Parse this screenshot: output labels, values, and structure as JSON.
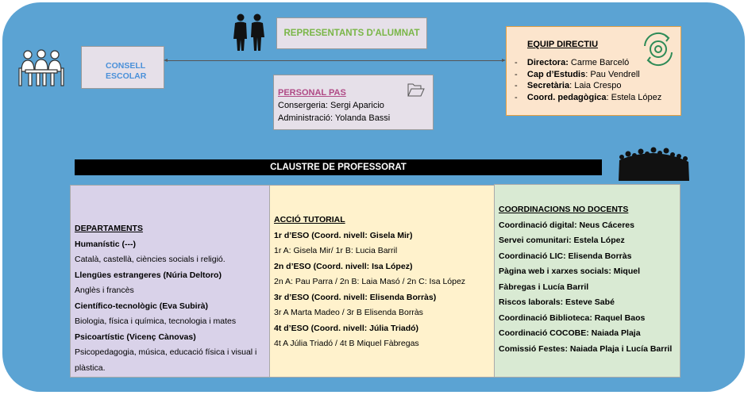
{
  "consell": {
    "label_line1": "CONSELL",
    "label_line2": "ESCOLAR"
  },
  "representants": {
    "label": "REPRESENTANTS D'ALUMNAT"
  },
  "pas": {
    "title": "PERSONAL PAS",
    "lines": [
      "Consergeria: Sergi Aparicio",
      "Administració: Yolanda Bassi"
    ]
  },
  "equip": {
    "title": "EQUIP DIRECTIU",
    "items": [
      {
        "role": "Directora:",
        "name": " Carme Barceló"
      },
      {
        "role": "Cap d’Estudis",
        "name": ": Pau Vendrell"
      },
      {
        "role": "Secretària",
        "name": ": Laia Crespo"
      },
      {
        "role": "Coord. pedagògica",
        "name": ": Estela López"
      }
    ]
  },
  "claustre": {
    "label": "CLAUSTRE DE PROFESSORAT"
  },
  "departaments": {
    "title": "DEPARTAMENTS",
    "items": [
      {
        "head": "Humanístic (---)",
        "desc": "Català, castellà, ciències socials i religió."
      },
      {
        "head": "Llengües estrangeres (Núria Deltoro)",
        "desc": "Anglès i francès"
      },
      {
        "head": "Científico-tecnològic (Eva Subirà)",
        "desc": "Biologia, física i química, tecnologia i mates"
      },
      {
        "head": "Psicoartístic (Vicenç Cànovas)",
        "desc": "Psicopedagogia, música, educació física i visual i",
        "desc2": "plàstica."
      }
    ]
  },
  "tutorial": {
    "title": "ACCIÓ TUTORIAL",
    "items": [
      {
        "head": "1r d’ESO (Coord. nivell: Gisela Mir)",
        "desc": "1r A: Gisela Mir/ 1r B: Lucia Barril"
      },
      {
        "head": "2n d’ESO (Coord. nivell: Isa López)",
        "desc": "2n A: Pau Parra / 2n B: Laia Masó / 2n C: Isa López"
      },
      {
        "head": "3r d’ESO (Coord. nivell: Elisenda Borràs)",
        "desc": "3r A Marta Madeo / 3r B Elisenda Borràs"
      },
      {
        "head": "4t d’ESO (Coord. nivell: Júlia Triadó)",
        "desc": "4t A Júlia Triadó / 4t B Miquel Fàbregas"
      }
    ]
  },
  "coordinacions": {
    "title": "COORDINACIONS NO DOCENTS",
    "lines": [
      "Coordinació digital: Neus Cáceres",
      "Servei comunitari: Estela López",
      "Coordinació LIC: Elisenda Borràs",
      "Pàgina web i xarxes socials: Miquel",
      "Fàbregas i Lucía Barril",
      "Riscos laborals: Esteve Sabé",
      "Coordinació Biblioteca: Raquel Baos",
      "Coordinació COCOBE: Naiada Plaja",
      "Comissió Festes: Naiada Plaja i Lucía Barril"
    ]
  }
}
